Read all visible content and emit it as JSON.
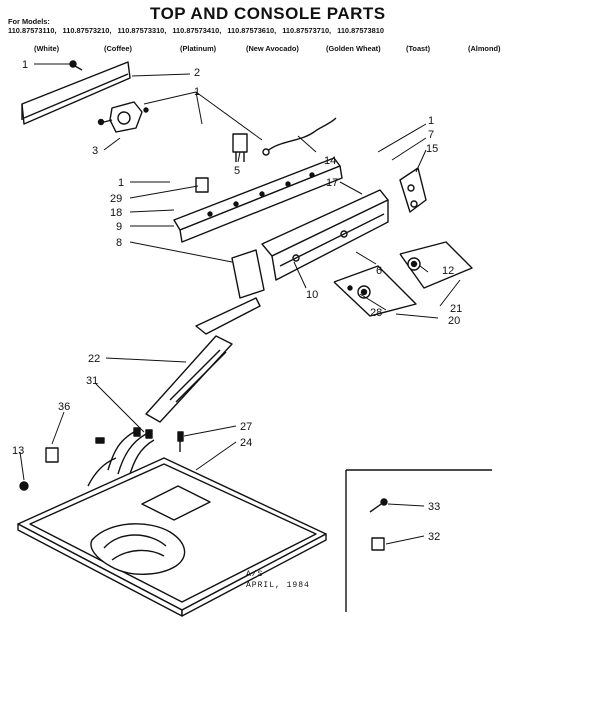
{
  "title": "TOP AND CONSOLE PARTS",
  "models_header": "For Models:",
  "models": [
    "110.87573110,",
    "110.87573210,",
    "110.87573310,",
    "110.87573410,",
    "110.87573610,",
    "110.87573710,",
    "110.87573810"
  ],
  "colors": [
    "(White)",
    "(Coffee)",
    "(Platinum)",
    "(New Avocado)",
    "(Golden Wheat)",
    "(Toast)",
    "(Almond)"
  ],
  "part_labels": [
    "1",
    "2",
    "3",
    "1",
    "5",
    "14",
    "1",
    "7",
    "15",
    "17",
    "1",
    "29",
    "18",
    "9",
    "8",
    "6",
    "12",
    "10",
    "21",
    "28",
    "20",
    "22",
    "31",
    "36",
    "27",
    "24",
    "13",
    "33",
    "32"
  ],
  "footer": {
    "line1": "A/S",
    "line2": "APRIL, 1984"
  }
}
